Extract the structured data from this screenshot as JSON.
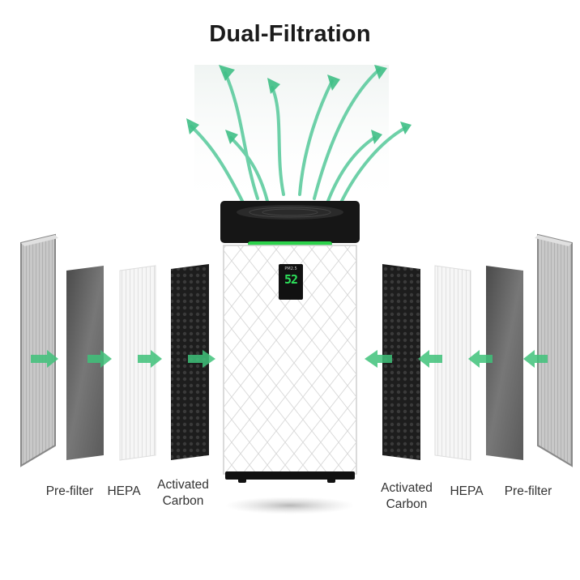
{
  "title": "Dual-Filtration",
  "colors": {
    "accent_green": "#2bd14a",
    "arrow_green": "#4fc792",
    "carbon": "#222222",
    "purifier_body": "#ffffff"
  },
  "purifier": {
    "display_label": "PM2.5",
    "display_value": "52"
  },
  "left_labels": {
    "prefilter": "Pre-filter",
    "hepa": "HEPA",
    "carbon_line1": "Activated",
    "carbon_line2": "Carbon"
  },
  "right_labels": {
    "carbon_line1": "Activated",
    "carbon_line2": "Carbon",
    "hepa": "HEPA",
    "prefilter": "Pre-filter"
  }
}
